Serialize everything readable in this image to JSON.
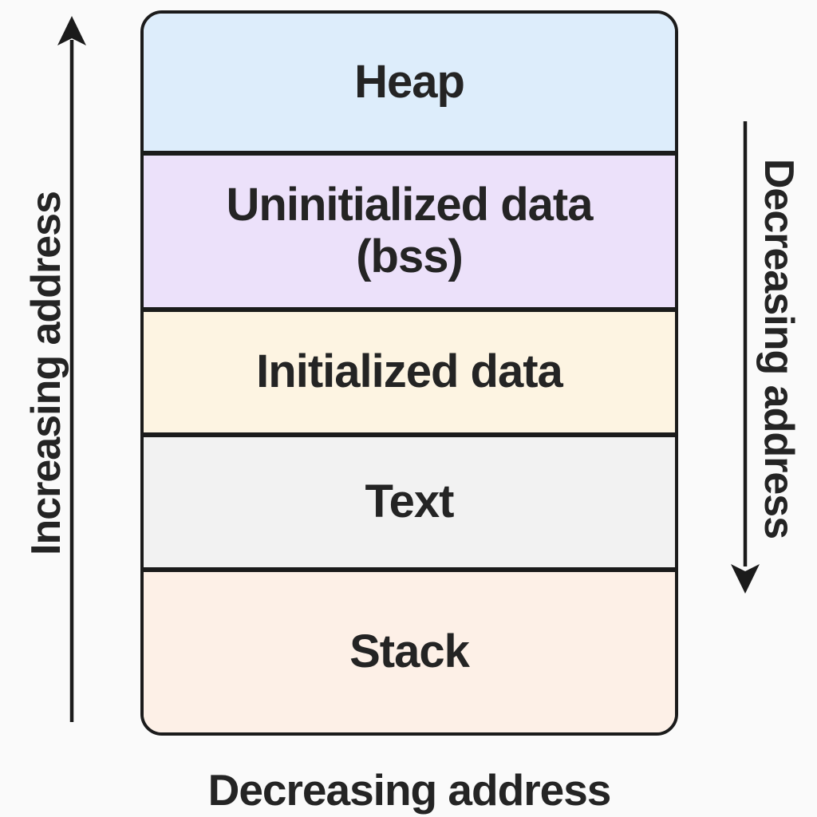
{
  "background": "#fafafa",
  "line_color": "#1b1b1b",
  "memory_layout": {
    "segments": [
      {
        "label": "Heap",
        "color": "#ddedfb"
      },
      {
        "label": "Uninitialized data\n(bss)",
        "color": "#ece1fa"
      },
      {
        "label": "Initialized data",
        "color": "#fdf4e2"
      },
      {
        "label": "Text",
        "color": "#f2f2f2"
      },
      {
        "label": "Stack",
        "color": "#fdf0e7"
      }
    ],
    "left_arrow": {
      "label": "Increasing address",
      "direction": "up"
    },
    "right_arrow": {
      "label": "Decreasing address",
      "direction": "down"
    },
    "bottom_label": "Decreasing address"
  }
}
